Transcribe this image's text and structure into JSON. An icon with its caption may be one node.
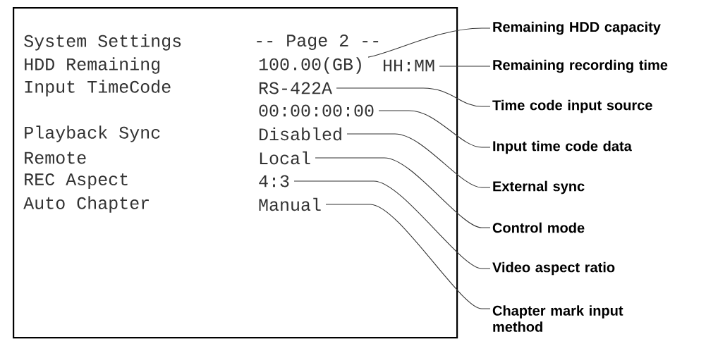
{
  "diagram": {
    "nodes": [
      {
        "text": [
          "System Settings",
          "-- Page 2 --",
          "HDD Remaining",
          "Input TimeCode",
          "Playback Sync",
          "Remote",
          "REC Aspect",
          "Auto Chapter"
        ]
      },
      {
        "text": [
          "100.00(GB)"
        ],
        "in": 0
      },
      {
        "text": [
          "HH:MM"
        ],
        "in": 0
      },
      {
        "text": [
          "RS-422A"
        ],
        "in": 0
      },
      {
        "text": [
          "00:00:00:00"
        ],
        "in": 0
      },
      {
        "text": [
          "Disabled"
        ],
        "in": 0
      },
      {
        "text": [
          "Local"
        ],
        "in": 0
      },
      {
        "text": [
          "4:3"
        ],
        "in": 0
      },
      {
        "text": [
          "Manual"
        ],
        "in": 0
      },
      {
        "text": [
          "Remaining HDD capacity"
        ]
      },
      {
        "text": [
          "Remaining recording time"
        ]
      },
      {
        "text": [
          "Time code input source"
        ]
      },
      {
        "text": [
          "Input time code data"
        ]
      },
      {
        "text": [
          "External sync"
        ]
      },
      {
        "text": [
          "Control mode"
        ]
      },
      {
        "text": [
          "Video aspect ratio"
        ]
      },
      {
        "text": [
          "Chapter mark input method"
        ]
      }
    ],
    "edges": [
      {
        "from": 9,
        "to": 1,
        "arrow": "none"
      },
      {
        "from": 10,
        "to": 2,
        "arrow": "none"
      },
      {
        "from": 11,
        "to": 3,
        "arrow": "none"
      },
      {
        "from": 12,
        "to": 4,
        "arrow": "none"
      },
      {
        "from": 13,
        "to": 5,
        "arrow": "none"
      },
      {
        "from": 14,
        "to": 6,
        "arrow": "none"
      },
      {
        "from": 15,
        "to": 7,
        "arrow": "none"
      },
      {
        "from": 16,
        "to": 8,
        "arrow": "none"
      }
    ]
  }
}
